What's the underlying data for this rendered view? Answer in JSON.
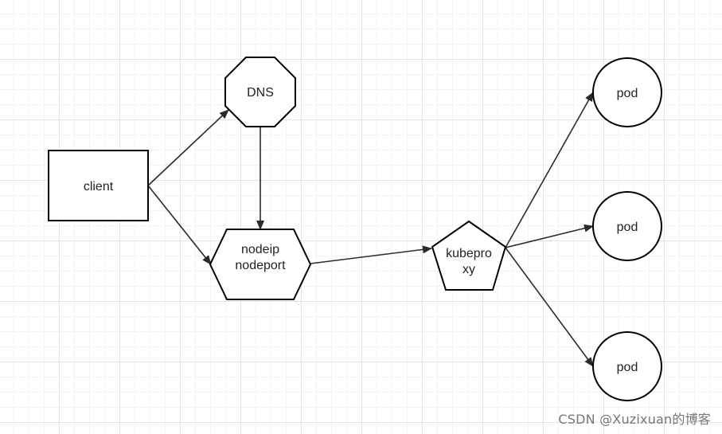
{
  "diagram": {
    "nodes": {
      "client": {
        "label": "client",
        "shape": "rectangle"
      },
      "dns": {
        "label": "DNS",
        "shape": "octagon"
      },
      "nodeip": {
        "line1": "nodeip",
        "line2": "nodeport",
        "shape": "hexagon"
      },
      "kubeproxy": {
        "line1": "kubepro",
        "line2": "xy",
        "shape": "pentagon"
      },
      "pod1": {
        "label": "pod",
        "shape": "circle"
      },
      "pod2": {
        "label": "pod",
        "shape": "circle"
      },
      "pod3": {
        "label": "pod",
        "shape": "circle"
      }
    },
    "edges": [
      {
        "from": "client",
        "to": "dns"
      },
      {
        "from": "client",
        "to": "nodeip"
      },
      {
        "from": "dns",
        "to": "nodeip"
      },
      {
        "from": "nodeip",
        "to": "kubeproxy"
      },
      {
        "from": "kubeproxy",
        "to": "pod1"
      },
      {
        "from": "kubeproxy",
        "to": "pod2"
      },
      {
        "from": "kubeproxy",
        "to": "pod3"
      }
    ]
  },
  "watermark": "CSDN @Xuzixuan的博客"
}
